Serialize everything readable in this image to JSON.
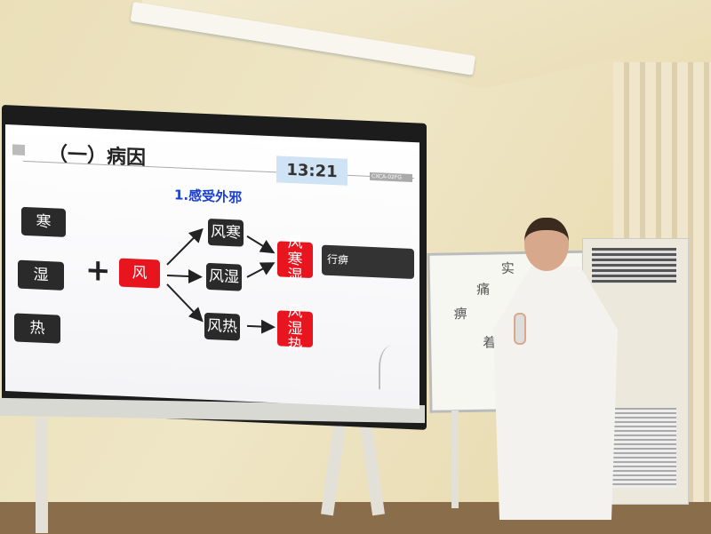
{
  "slide": {
    "title": "（一）病因",
    "clock": "13:21",
    "network_id": "CXCA-02FG",
    "subtitle": "1.感受外邪",
    "left_items": [
      "寒",
      "湿",
      "热"
    ],
    "plus": "+",
    "wind": "风",
    "middle_items": [
      "风寒",
      "风湿",
      "风热"
    ],
    "result_top": "风寒湿",
    "result_bottom": "风湿热",
    "outcome": "行痹",
    "colors": {
      "red": "#e8141e",
      "dark": "#2a2a2a",
      "blue": "#1a3fd0"
    }
  },
  "whiteboard": {
    "handwriting": [
      "痹",
      "痛",
      "实",
      "着"
    ]
  }
}
